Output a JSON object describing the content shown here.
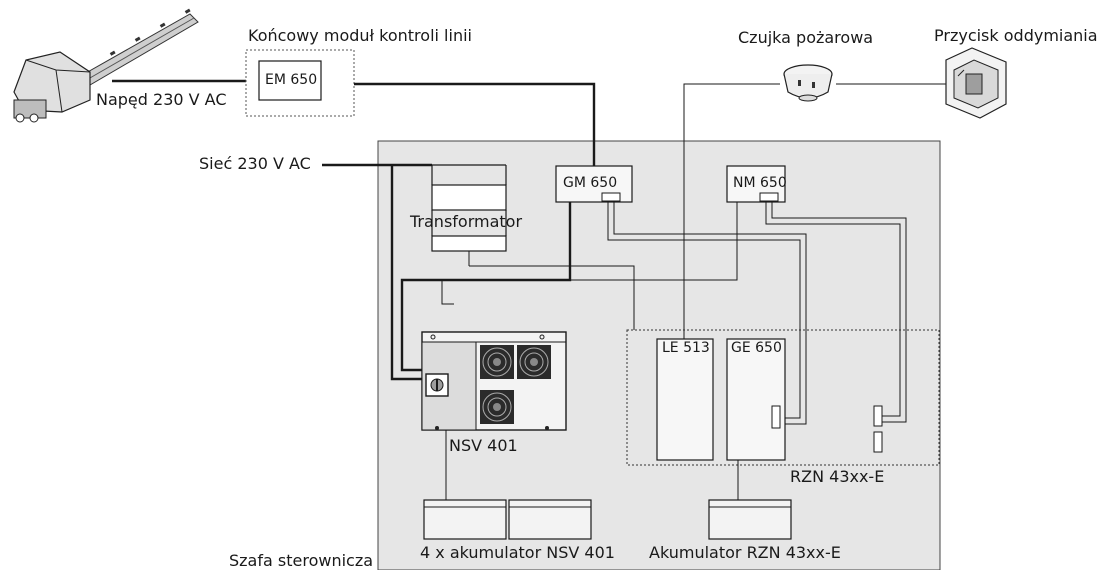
{
  "labels": {
    "end_module_title": "Końcowy moduł kontroli linii",
    "em650": "EM 650",
    "drive": "Napęd 230 V AC",
    "mains": "Sieć 230 V AC",
    "smoke_detector": "Czujka pożarowa",
    "smoke_button": "Przycisk oddymiania",
    "gm650": "GM 650",
    "nm650": "NM 650",
    "transformer": "Transformator",
    "le513": "LE 513",
    "ge650": "GE 650",
    "nsv401": "NSV 401",
    "rzn": "RZN 43xx-E",
    "batteries_nsv": "4 x akumulator NSV 401",
    "battery_rzn": "Akumulator RZN 43xx-E",
    "cabinet": "Szafa sterownicza"
  },
  "colors": {
    "cabinet_fill": "#e6e6e6",
    "line": "#1a1a1a",
    "module_fill": "#f2f2f2"
  }
}
